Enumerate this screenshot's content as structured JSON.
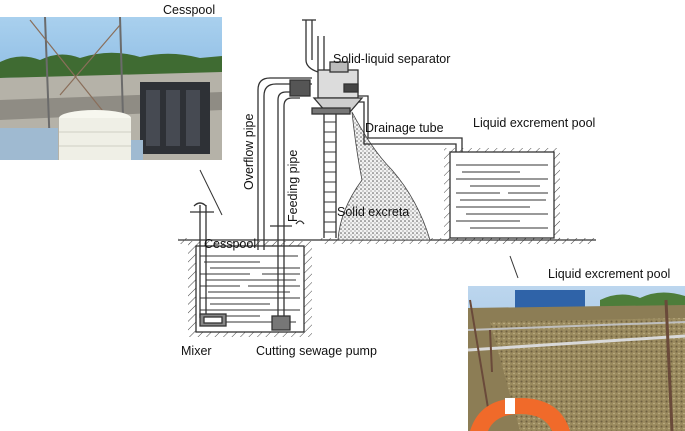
{
  "labels": {
    "photo_top_title": "Cesspool",
    "photo_bottom_title": "Liquid excrement pool",
    "separator": "Solid-liquid separator",
    "drainage_tube": "Drainage tube",
    "liquid_pool": "Liquid excrement pool",
    "overflow_pipe": "Overflow pipe",
    "feeding_pipe": "Feeding pipe",
    "solid_excreta": "Solid excreta",
    "cesspool": "Cesspool",
    "mixer": "Mixer",
    "pump": "Cutting sewage pump"
  },
  "colors": {
    "line": "#333333",
    "sky_top": "#9ec8ea",
    "sky_bottom": "#4f8fc9",
    "tank_white": "#efefe6",
    "dark_tank": "#2e3136",
    "pool_water": "#8c7d55",
    "buoy": "#f06a2a"
  }
}
